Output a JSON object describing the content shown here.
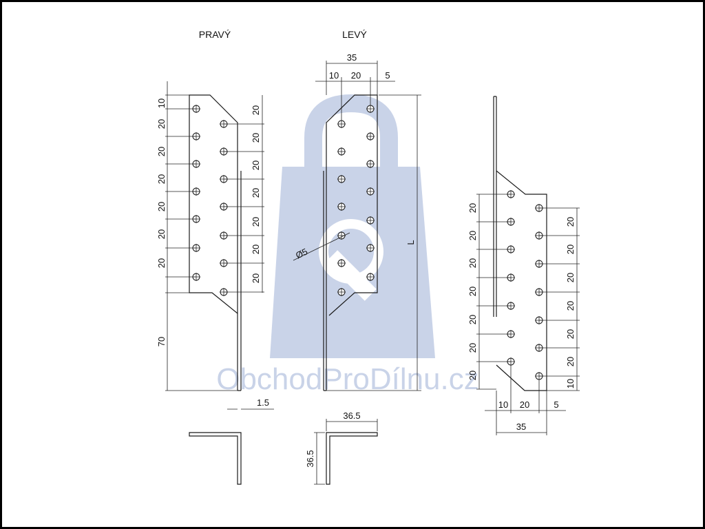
{
  "labels": {
    "right_title": "PRAVÝ",
    "left_title": "LEVÝ"
  },
  "watermark": {
    "text": "ObchodProDílnu.cz",
    "color": "#c9d3e8"
  },
  "dims": {
    "d10": "10",
    "d20": "20",
    "d35": "35",
    "d5": "5",
    "d70": "70",
    "d15": "1.5",
    "d365": "36.5",
    "dL": "L",
    "dhole": "Ø5"
  },
  "colors": {
    "line": "#1a1a1a",
    "background": "#ffffff",
    "frame": "#000000"
  }
}
